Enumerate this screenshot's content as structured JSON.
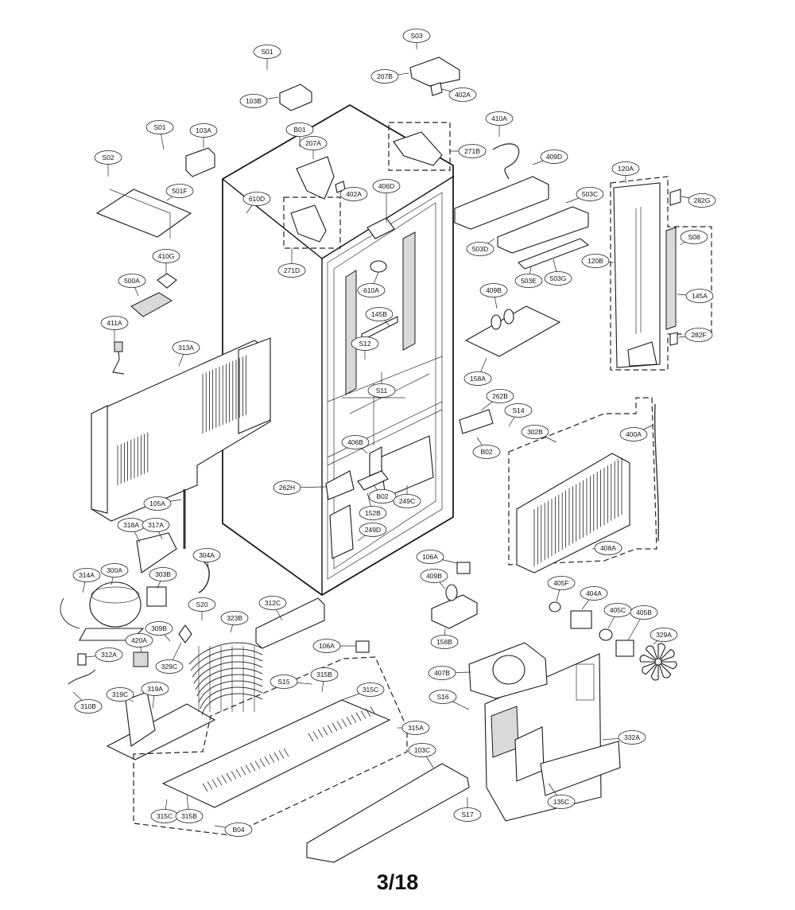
{
  "page_number": "3/18",
  "labels": {
    "S01a": "S01",
    "S03": "S03",
    "207B": "207B",
    "402Aa": "402A",
    "103B": "103B",
    "S01b": "S01",
    "103A": "103A",
    "B01": "B01",
    "207A": "207A",
    "410A": "410A",
    "271B": "271B",
    "409D": "409D",
    "S02": "S02",
    "501F": "501F",
    "610D": "610D",
    "402Ab": "402A",
    "406D": "406D",
    "120A": "120A",
    "282G": "282G",
    "503C": "503C",
    "410G": "410G",
    "271D": "271D",
    "S08": "S08",
    "503D": "503D",
    "120B": "120B",
    "503E": "503E",
    "503G": "503G",
    "500A": "500A",
    "610A": "610A",
    "409Ba": "409B",
    "145A": "145A",
    "145B": "145B",
    "411A": "411A",
    "313A": "313A",
    "S12": "S12",
    "282F": "282F",
    "158A": "158A",
    "S11": "S11",
    "262B": "262B",
    "S14": "S14",
    "302B": "302B",
    "400A": "400A",
    "B02a": "B02",
    "406B": "406B",
    "262H": "262H",
    "B02b": "B02",
    "249C": "249C",
    "152B": "152B",
    "105A": "105A",
    "249D": "249D",
    "318A": "318A",
    "317A": "317A",
    "408A": "408A",
    "304A": "304A",
    "106Aa": "106A",
    "314A": "314A",
    "300A": "300A",
    "303B": "303B",
    "409Bb": "409B",
    "405F": "405F",
    "404A": "404A",
    "312C": "312C",
    "S20": "S20",
    "405C": "405C",
    "405B": "405B",
    "309B": "309B",
    "323B": "323B",
    "158B": "158B",
    "329A": "329A",
    "420A": "420A",
    "106Ab": "106A",
    "312A": "312A",
    "329C": "329C",
    "407B": "407B",
    "S15": "S15",
    "315B": "315B",
    "315C": "315C",
    "310B": "310B",
    "319C": "319C",
    "319A": "319A",
    "S16": "S16",
    "315A": "315A",
    "332A": "332A",
    "103C": "103C",
    "315Cb": "315C",
    "315Bb": "315B",
    "S17": "S17",
    "135C": "135C",
    "B04": "B04"
  }
}
